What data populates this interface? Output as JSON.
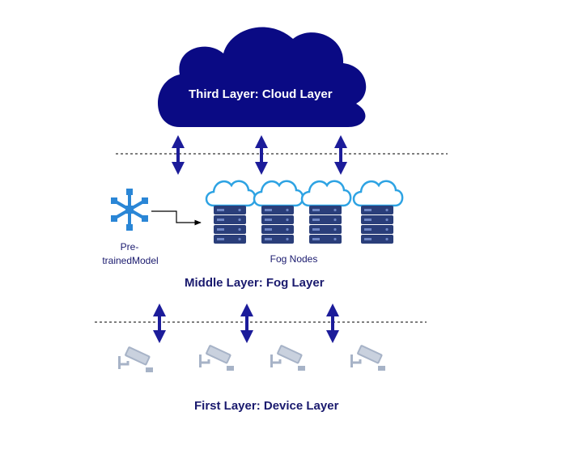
{
  "cloud_layer": {
    "title": "Third Layer:  Cloud Layer"
  },
  "fog_layer": {
    "title": "Middle Layer:  Fog Layer",
    "nodes_label": "Fog Nodes",
    "model_label_line1": "Pre-",
    "model_label_line2": "trainedModel"
  },
  "device_layer": {
    "title": "First Layer:  Device Layer"
  },
  "colors": {
    "cloud_fill": "#0a0a84",
    "arrow": "#1c1c9a",
    "server": "#2a3e7a",
    "fog_cloud_stroke": "#2ea3e3",
    "camera": "#a7b3c7",
    "model_icon": "#2a86d6",
    "title_text": "#1a1a6e"
  },
  "icons": [
    "cloud-icon",
    "server-stack-icon",
    "snowflake-model-icon",
    "security-camera-icon",
    "double-arrow-icon"
  ]
}
